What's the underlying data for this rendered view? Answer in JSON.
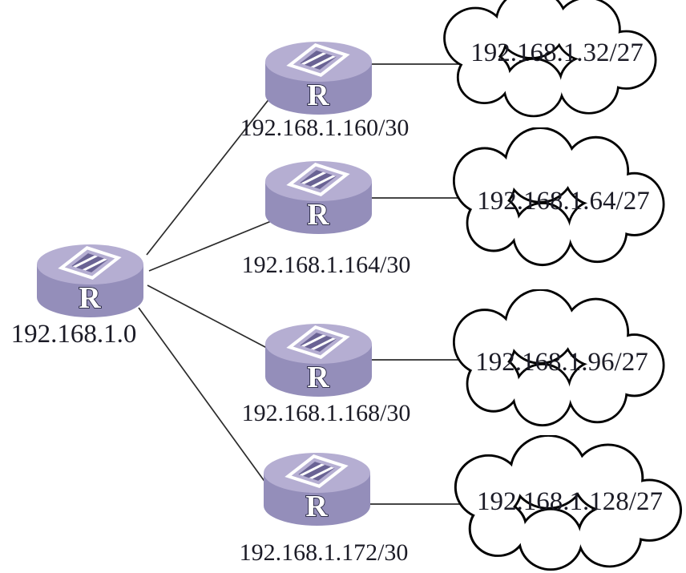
{
  "hub": {
    "glyph": "R",
    "label": "192.168.1.0"
  },
  "branches": [
    {
      "router_glyph": "R",
      "router_label": "192.168.1.160/30",
      "cloud_label": "192.168.1.32/27"
    },
    {
      "router_glyph": "R",
      "router_label": "192.168.1.164/30",
      "cloud_label": "192.168.1.64/27"
    },
    {
      "router_glyph": "R",
      "router_label": "192.168.1.168/30",
      "cloud_label": "192.168.1.96/27"
    },
    {
      "router_glyph": "R",
      "router_label": "192.168.1.172/30",
      "cloud_label": "192.168.1.128/27"
    }
  ],
  "colors": {
    "router_body": "#948eba",
    "router_top": "#b5aed2",
    "diamond_dark": "#6a6394",
    "diamond_stroke": "#ffffff",
    "glyph_fill": "#ffffff",
    "glyph_stroke": "#23233f",
    "cloud_fill": "#ffffff",
    "cloud_stroke": "#000000",
    "wire": "#2b2b2b",
    "text": "#1b1b26"
  }
}
